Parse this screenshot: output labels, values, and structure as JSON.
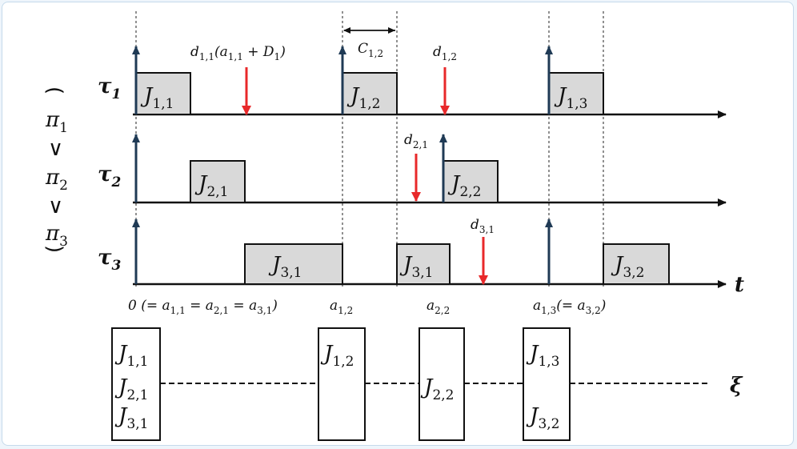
{
  "colors": {
    "arrival": "#1f3a55",
    "deadline": "#e8282a",
    "job_fill": "#d9d9d9"
  },
  "tasks": [
    {
      "name": "τ",
      "sub": "1"
    },
    {
      "name": "τ",
      "sub": "2"
    },
    {
      "name": "τ",
      "sub": "3"
    }
  ],
  "time_axis_label": "t",
  "priority": {
    "open": "(",
    "p1": "π",
    "p1_sub": "1",
    "gt1": "∨",
    "p2": "π",
    "p2_sub": "2",
    "gt2": "∨",
    "p3": "π",
    "p3_sub": "3",
    "close": ")"
  },
  "jobs": {
    "j11": {
      "name": "J",
      "sub": "1,1"
    },
    "j12": {
      "name": "J",
      "sub": "1,2"
    },
    "j13": {
      "name": "J",
      "sub": "1,3"
    },
    "j21": {
      "name": "J",
      "sub": "2,1"
    },
    "j22": {
      "name": "J",
      "sub": "2,2"
    },
    "j31a": {
      "name": "J",
      "sub": "3,1"
    },
    "j31b": {
      "name": "J",
      "sub": "3,1"
    },
    "j32": {
      "name": "J",
      "sub": "3,2"
    }
  },
  "annotations": {
    "d11_full": {
      "pre": "d",
      "sub": "1,1",
      "mid": "(a",
      "sub2": "1,1",
      "post": " + D",
      "sub3": "1",
      "close": ")"
    },
    "c12": {
      "name": "C",
      "sub": "1,2"
    },
    "d12": {
      "name": "d",
      "sub": "1,2"
    },
    "d21": {
      "name": "d",
      "sub": "2,1"
    },
    "d31": {
      "name": "d",
      "sub": "3,1"
    }
  },
  "time_labels": {
    "t0": {
      "pre": "0 (= a",
      "s1": "1,1",
      "m1": " = a",
      "s2": "2,1",
      "m2": " = a",
      "s3": "3,1",
      "post": ")"
    },
    "a12": {
      "name": "a",
      "sub": "1,2"
    },
    "a22": {
      "name": "a",
      "sub": "2,2"
    },
    "a13": {
      "name": "a",
      "sub": "1,3",
      "mid": "(= a",
      "sub2": "3,2",
      "post": ")"
    }
  },
  "xi": {
    "label": "ξ",
    "groups": [
      {
        "lines": [
          {
            "name": "J",
            "sub": "1,1"
          },
          {
            "name": "J",
            "sub": "2,1"
          },
          {
            "name": "J",
            "sub": "3,1"
          }
        ]
      },
      {
        "lines": [
          {
            "name": "J",
            "sub": "1,2"
          }
        ]
      },
      {
        "lines": [
          {
            "name": "J",
            "sub": "2,2"
          }
        ]
      },
      {
        "lines": [
          {
            "name": "J",
            "sub": "1,3"
          },
          {
            "name": "J",
            "sub": "3,2"
          }
        ]
      }
    ]
  }
}
